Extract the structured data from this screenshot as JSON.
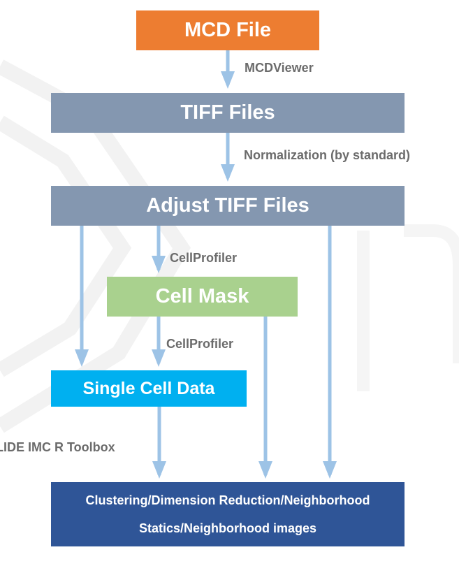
{
  "colors": {
    "mcd_box": "#ED7D31",
    "tiff_box": "#8497B0",
    "mask_box": "#A9D18E",
    "single_box": "#00B0F0",
    "final_box": "#2F5597",
    "arrow": "#9DC3E6",
    "label_text": "#6b6b6b"
  },
  "nodes": {
    "mcd_file": "MCD File",
    "tiff_files": "TIFF Files",
    "adjust_tiff": "Adjust TIFF Files",
    "cell_mask": "Cell Mask",
    "single_cell": "Single Cell Data",
    "final_line1": "Clustering/Dimension Reduction/Neighborhood",
    "final_line2": "Statics/Neighborhood images"
  },
  "edge_labels": {
    "mcdviewer": "MCDViewer",
    "normalization": "Normalization (by standard)",
    "cellprofiler_1": "CellProfiler",
    "cellprofiler_2": "CellProfiler",
    "toolbox": "LIDE IMC R Toolbox"
  }
}
